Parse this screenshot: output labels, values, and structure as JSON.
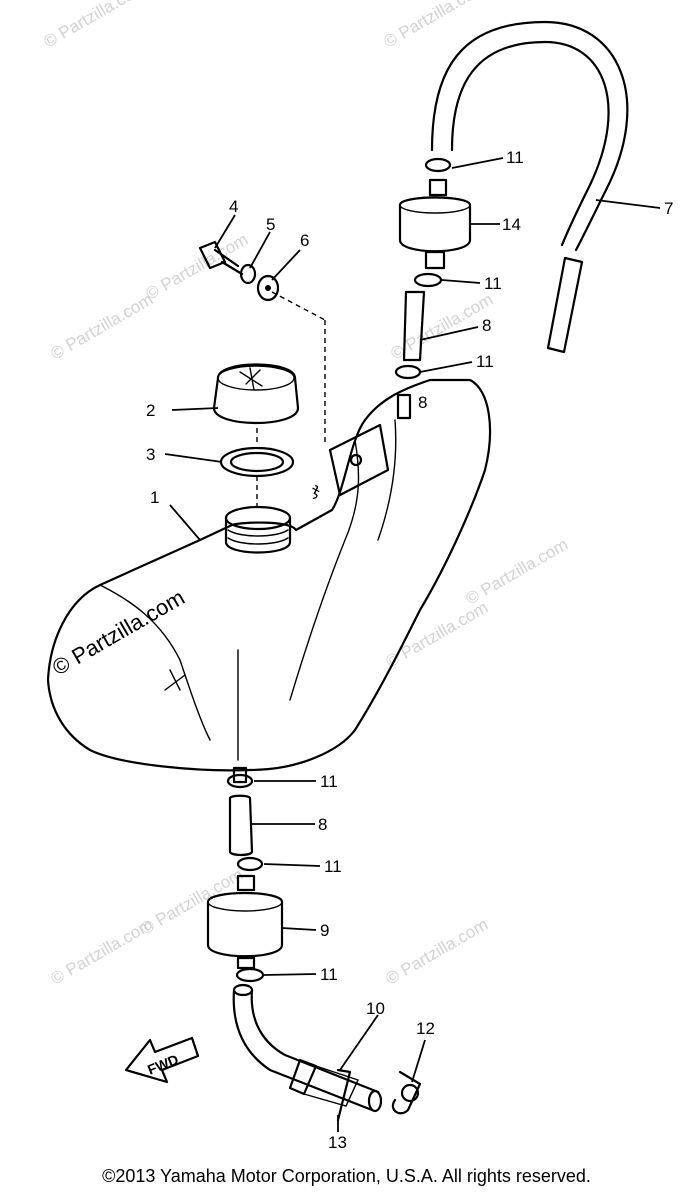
{
  "watermarks": [
    "© Partzilla.com",
    "© Partzilla.com",
    "© Partzilla.com",
    "© Partzilla.com",
    "© Partzilla.com",
    "© Partzilla.com",
    "© Partzilla.com",
    "© Partzilla.com",
    "© Partzilla.com",
    "© Partzilla.com"
  ],
  "main_watermark": "© Partzilla.com",
  "callouts": {
    "p1": "1",
    "p2": "2",
    "p3": "3",
    "p4": "4",
    "p5": "5",
    "p6": "6",
    "p7": "7",
    "p8_top": "8",
    "p8_bottom": "8",
    "p9": "9",
    "p10": "10",
    "p11_a": "11",
    "p11_b": "11",
    "p11_c": "11",
    "p11_d": "11",
    "p11_e": "11",
    "p11_f": "11",
    "p12": "12",
    "p13": "13",
    "p14": "14"
  },
  "fwd_label": "FWD",
  "tank_mark": "8",
  "copyright": "©2013 Yamaha Motor Corporation, U.S.A. All rights reserved."
}
